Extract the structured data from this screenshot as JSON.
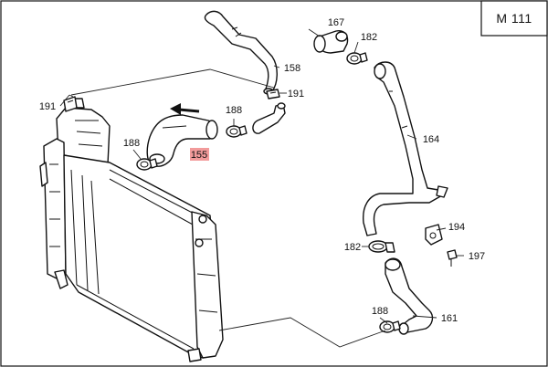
{
  "diagram": {
    "engine_code": "M 111",
    "highlight_color": "#f08a8a",
    "arrow_icon": "flow-direction-arrow",
    "labels": {
      "p155": "155",
      "p158": "158",
      "p161": "161",
      "p164": "164",
      "p167": "167",
      "p182_top": "182",
      "p182_mid": "182",
      "p188_left": "188",
      "p188_mid": "188",
      "p188_bottom": "188",
      "p191_left": "191",
      "p191_mid": "191",
      "p194": "194",
      "p197": "197"
    }
  }
}
